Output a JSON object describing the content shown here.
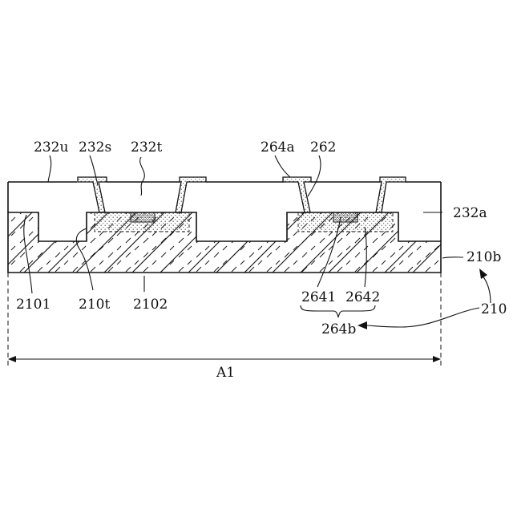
{
  "figure": {
    "labels": {
      "l232u": "232u",
      "l232s": "232s",
      "l232t": "232t",
      "l264a": "264a",
      "l262": "262",
      "l232a": "232a",
      "l210b": "210b",
      "l210": "210",
      "l2101": "2101",
      "l210t": "210t",
      "l2102": "2102",
      "l2641": "2641",
      "l2642": "2642",
      "l264b": "264b",
      "lA1": "A1"
    },
    "colors": {
      "line": "#111111",
      "background": "#ffffff",
      "hatch": "#111111",
      "dots": "#555555"
    }
  }
}
